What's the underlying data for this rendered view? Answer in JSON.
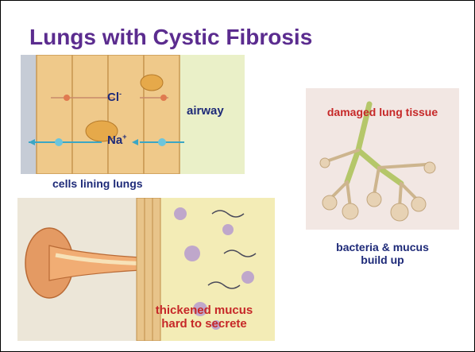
{
  "slide": {
    "title": "Lungs with Cystic Fibrosis"
  },
  "top_left_panel": {
    "chloride_label": "Cl",
    "chloride_charge": "-",
    "sodium_label": "Na",
    "sodium_charge": "+",
    "airway_label": "airway",
    "caption": "cells lining lungs"
  },
  "right_panel": {
    "overlay_label": "damaged lung tissue",
    "caption_line1": "bacteria & mucus",
    "caption_line2": "build up"
  },
  "bottom_panel": {
    "overlay_line1": "thickened mucus",
    "overlay_line2": "hard to secrete"
  },
  "colors": {
    "title": "#5b2c8f",
    "label_navy": "#1e2a78",
    "label_red": "#c62828"
  }
}
